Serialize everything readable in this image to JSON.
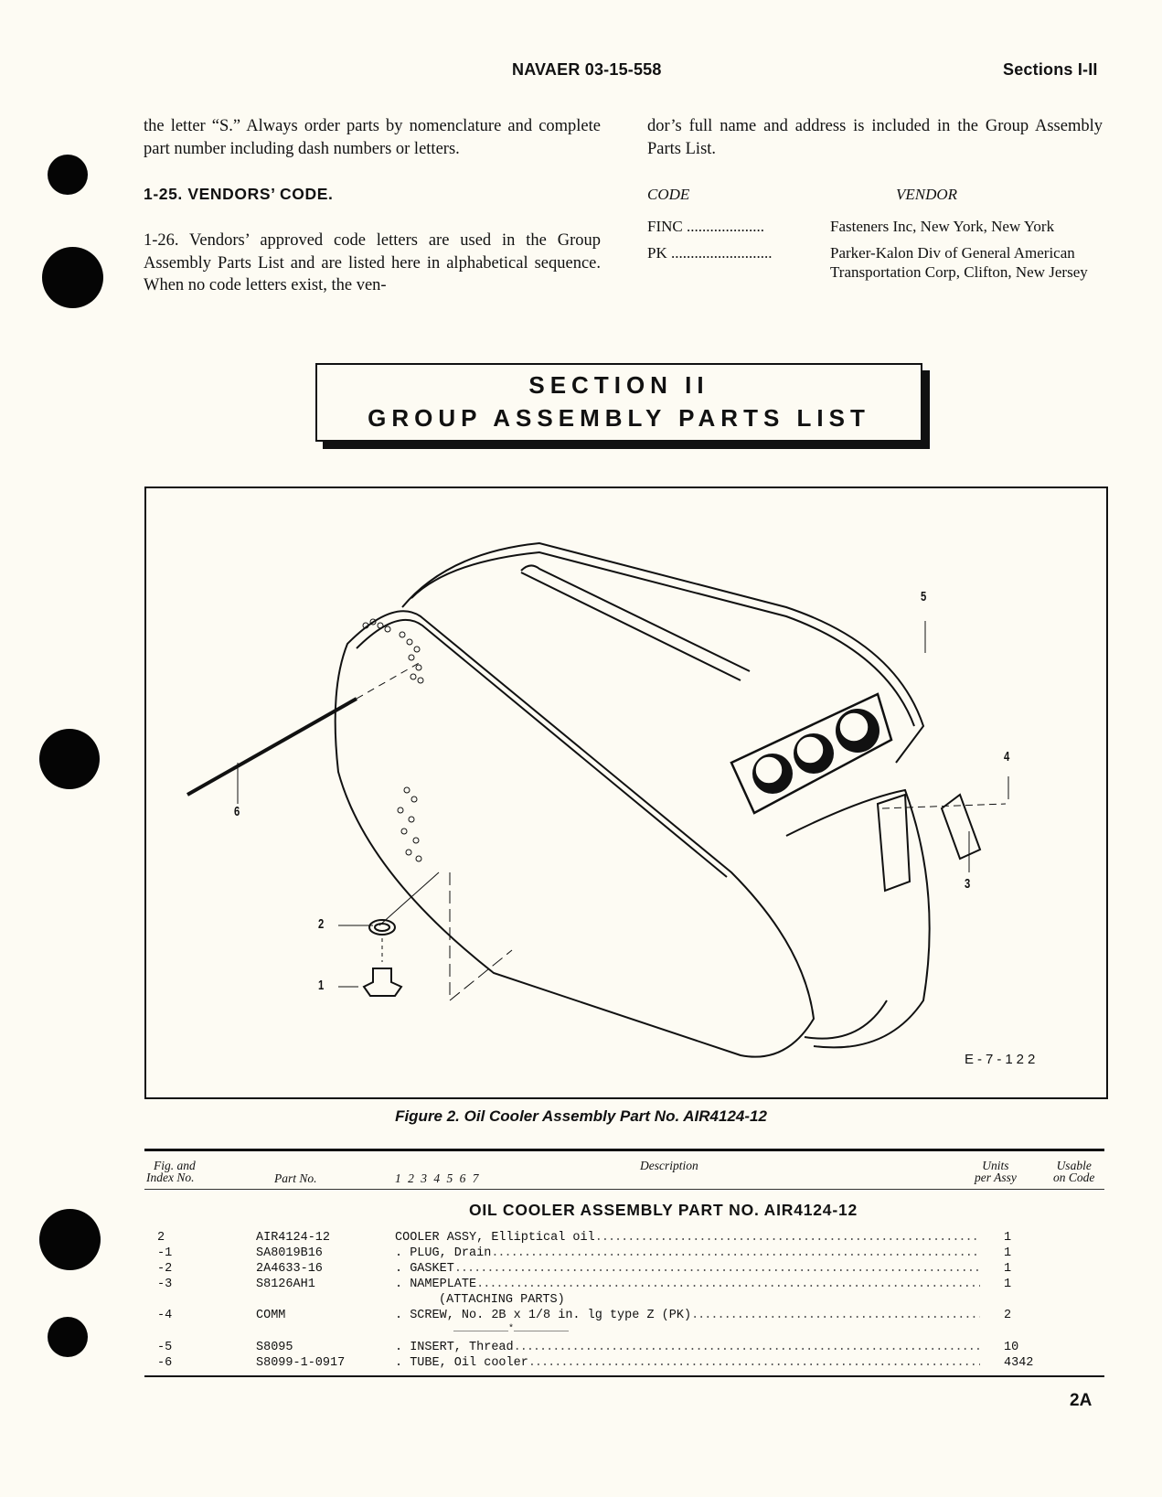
{
  "header": {
    "doc_number": "NAVAER 03-15-558",
    "sections": "Sections I-II"
  },
  "left_column": {
    "para_continued": "the letter “S.” Always order parts by nomenclature and complete part number including dash numbers or letters.",
    "heading": "1-25. VENDORS’ CODE.",
    "para_1_26": "1-26. Vendors’ approved code letters are used in the Group Assembly Parts List and are listed here in alphabetical sequence. When no code letters exist, the ven-"
  },
  "right_column": {
    "para_continued": "dor’s full name and address is included in the Group Assembly Parts List.",
    "vendor_table": {
      "col_code": "CODE",
      "col_vendor": "VENDOR",
      "rows": [
        {
          "code": "FINC ....................",
          "vendor": "Fasteners Inc, New York, New York"
        },
        {
          "code": "PK ..........................",
          "vendor": "Parker-Kalon Div of General American Transportation Corp, Clifton, New Jersey"
        }
      ]
    }
  },
  "section_banner": {
    "line1": "SECTION II",
    "line2": "GROUP ASSEMBLY PARTS LIST"
  },
  "figure": {
    "callouts": [
      "1",
      "2",
      "3",
      "4",
      "5",
      "6"
    ],
    "drawing_id": "E-7-122",
    "caption": "Figure 2. Oil Cooler Assembly Part No. AIR4124-12"
  },
  "parts_table": {
    "headers": {
      "fig_index_1": "Fig. and",
      "fig_index_2": "Index No.",
      "part_no": "Part No.",
      "indent_levels": "1 2 3 4 5 6 7",
      "description": "Description",
      "units_1": "Units",
      "units_2": "per Assy",
      "usable_1": "Usable",
      "usable_2": "on Code"
    },
    "assembly_title": "OIL COOLER ASSEMBLY PART NO. AIR4124-12",
    "rows": [
      {
        "index": "2",
        "part": "AIR4124-12",
        "desc": "COOLER ASSY, Elliptical oil",
        "units": "1"
      },
      {
        "index": "-1",
        "part": "SA8019B16",
        "desc": ".  PLUG, Drain",
        "units": "1"
      },
      {
        "index": "-2",
        "part": "2A4633-16",
        "desc": ".  GASKET",
        "units": "1"
      },
      {
        "index": "-3",
        "part": "S8126AH1",
        "desc": ".  NAMEPLATE",
        "units": "1"
      },
      {
        "index": "",
        "part": "",
        "desc": "(ATTACHING PARTS)",
        "units": ""
      },
      {
        "index": "-4",
        "part": "COMM",
        "desc": ".  SCREW, No. 2B x 1/8 in. lg type Z (PK)",
        "units": "2"
      },
      {
        "index": "",
        "part": "",
        "desc": "__________*__________",
        "units": ""
      },
      {
        "index": "-5",
        "part": "S8095",
        "desc": ".  INSERT, Thread",
        "units": "10"
      },
      {
        "index": "-6",
        "part": "S8099-1-0917",
        "desc": ".  TUBE, Oil cooler",
        "units": "4342"
      }
    ]
  },
  "footer": {
    "page_number": "2A"
  }
}
